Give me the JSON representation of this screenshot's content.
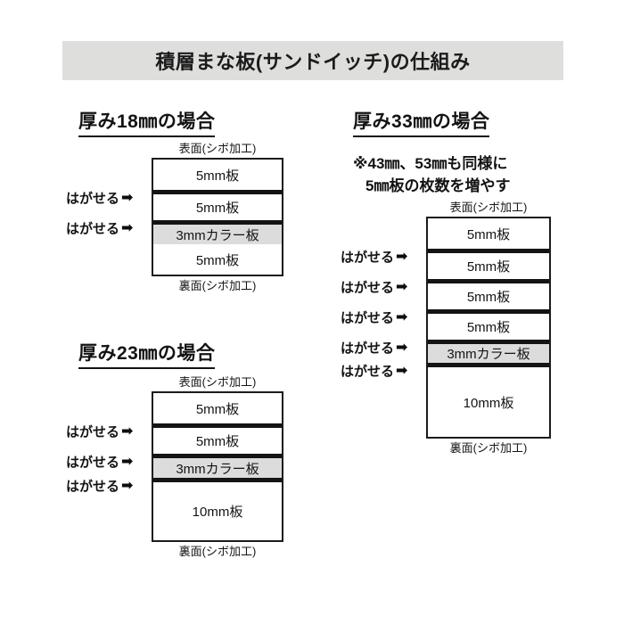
{
  "title": "積層まな板(サンドイッチ)の仕組み",
  "labels": {
    "top_face": "表面(シボ加工)",
    "bottom_face": "裏面(シボ加工)",
    "peel": "はがせる",
    "arrow_icon": "➡"
  },
  "colors": {
    "banner_background": "#dededd",
    "color_band": "#dcdcdc",
    "line": "#1b1b1b",
    "page_background": "#ffffff"
  },
  "sections": [
    {
      "heading": "厚み18㎜の場合",
      "note": null,
      "layers": [
        {
          "label": "5mm板",
          "type": "plain",
          "peelable_above": false
        },
        {
          "label": "5mm板",
          "type": "plain",
          "peelable_above": true
        },
        {
          "label": "3mmカラー板",
          "type": "color",
          "peelable_above": true
        },
        {
          "label": "5mm板",
          "type": "plain",
          "peelable_above": false
        }
      ]
    },
    {
      "heading": "厚み23㎜の場合",
      "note": null,
      "layers": [
        {
          "label": "5mm板",
          "type": "plain",
          "peelable_above": false
        },
        {
          "label": "5mm板",
          "type": "plain",
          "peelable_above": true
        },
        {
          "label": "3mmカラー板",
          "type": "color",
          "peelable_above": true
        },
        {
          "label": "10mm板",
          "type": "plain",
          "peelable_above": true
        }
      ]
    },
    {
      "heading": "厚み33㎜の場合",
      "note": {
        "line1": "※43㎜、53㎜も同様に",
        "line2": "5㎜板の枚数を増やす"
      },
      "layers": [
        {
          "label": "5mm板",
          "type": "plain",
          "peelable_above": false
        },
        {
          "label": "5mm板",
          "type": "plain",
          "peelable_above": true
        },
        {
          "label": "5mm板",
          "type": "plain",
          "peelable_above": true
        },
        {
          "label": "5mm板",
          "type": "plain",
          "peelable_above": true
        },
        {
          "label": "3mmカラー板",
          "type": "color",
          "peelable_above": true
        },
        {
          "label": "10mm板",
          "type": "plain",
          "peelable_above": true
        }
      ]
    }
  ]
}
